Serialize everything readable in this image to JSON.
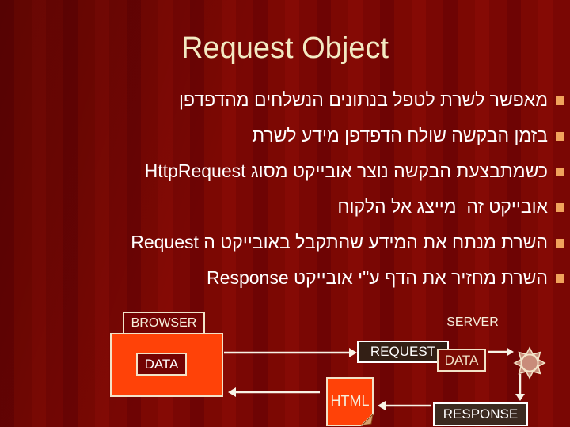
{
  "slide": {
    "title": "Request Object",
    "bullets": [
      "מאפשר לשרת לטפל בנתונים הנשלחים מהדפדפן",
      "בזמן הבקשה שולח הדפדפן מידע לשרת",
      "כשמתבצעת הבקשה נוצר אובייקט מסוג HttpRequest",
      "אובייקט זה  מייצג אל הלקוח",
      "השרת מנתח את המידע שהתקבל באובייקט ה Request",
      "השרת מחזיר את הדף ע\"י אובייקט Response"
    ],
    "colors": {
      "background": "#730303",
      "bullet_marker": "#F0A35C",
      "title_text": "#F3EAC3",
      "body_text": "#FFFFFF",
      "accent_orange": "#FF4208",
      "box_dark_brown": "#3B2A20",
      "border_cream": "#F2E3C8",
      "sun_fill": "#C98C7A"
    }
  },
  "diagram": {
    "browser_label": "BROWSER",
    "server_label": "SERVER",
    "browser_data_label": "DATA",
    "request_label": "REQUEST",
    "server_data_label": "DATA",
    "response_label": "RESPONSE",
    "html_label": "HTML",
    "icons": {
      "sun": "sun-burst-icon",
      "document_fold": "folded-page-icon"
    }
  }
}
